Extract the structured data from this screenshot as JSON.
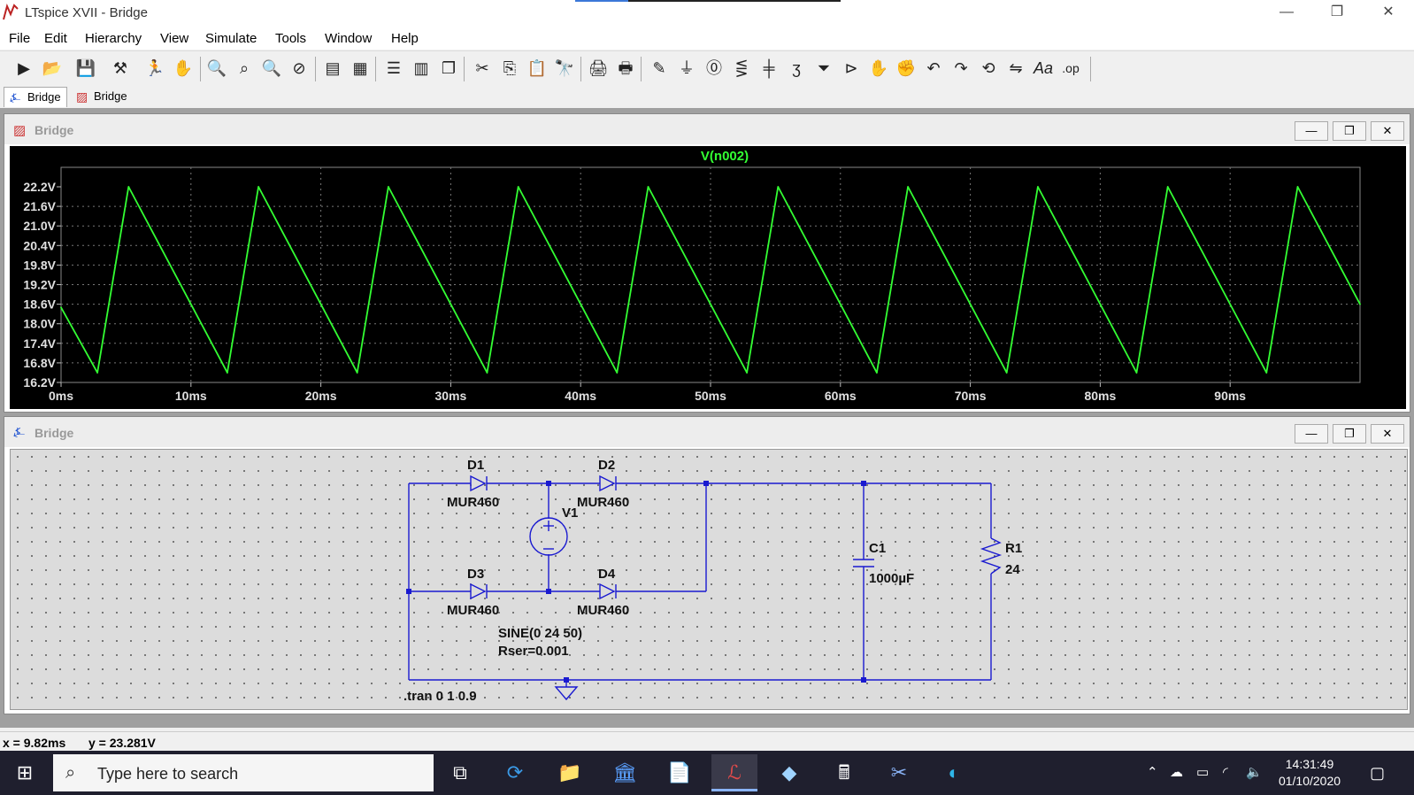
{
  "window": {
    "title": "LTspice XVII - Bridge",
    "minimize": "—",
    "restore": "❐",
    "close": "✕"
  },
  "menu": [
    "File",
    "Edit",
    "Hierarchy",
    "View",
    "Simulate",
    "Tools",
    "Window",
    "Help"
  ],
  "toolbar_icons": [
    "new-schematic-icon",
    "open-icon",
    "save-icon",
    "control-panel-icon",
    "run-icon",
    "halt-icon",
    "zoom-in-icon",
    "zoom-area-icon",
    "zoom-out-icon",
    "zoom-cancel-icon",
    "autorange-icon",
    "fit-icon",
    "tile-horizontal-icon",
    "tile-vertical-icon",
    "cascade-icon",
    "cut-icon",
    "copy-icon",
    "paste-icon",
    "find-icon",
    "print-icon",
    "print-preview-icon",
    "wire-icon",
    "ground-icon",
    "label-icon",
    "resistor-icon",
    "capacitor-icon",
    "inductor-icon",
    "diode-icon",
    "component-icon",
    "move-icon",
    "drag-icon",
    "undo-icon",
    "redo-icon",
    "rotate-icon",
    "mirror-icon",
    "text-icon",
    "spice-directive-icon"
  ],
  "tabs": [
    {
      "label": "Bridge",
      "kind": "schematic"
    },
    {
      "label": "Bridge",
      "kind": "waveform"
    }
  ],
  "plot_window": {
    "title": "Bridge",
    "trace_label": "V(n002)"
  },
  "chart_data": {
    "type": "line",
    "title": "V(n002)",
    "x_unit": "ms",
    "xlim": [
      0,
      100
    ],
    "ylim": [
      16.2,
      22.5
    ],
    "x_ticks": [
      "0ms",
      "10ms",
      "20ms",
      "30ms",
      "40ms",
      "50ms",
      "60ms",
      "70ms",
      "80ms",
      "90ms"
    ],
    "y_ticks": [
      "22.2V",
      "21.6V",
      "21.0V",
      "20.4V",
      "19.8V",
      "19.2V",
      "18.6V",
      "18.0V",
      "17.4V",
      "16.8V",
      "16.2V"
    ],
    "series": [
      {
        "color": "#33ff33",
        "period_ms": 10,
        "peak_v": 22.2,
        "trough_v": 16.5,
        "x": [
          0,
          2.8,
          5.2,
          12.8,
          15.2,
          22.8,
          25.2,
          32.8,
          35.2,
          42.8,
          45.2,
          52.8,
          55.2,
          62.8,
          65.2,
          72.8,
          75.2,
          82.8,
          85.2,
          92.8,
          95.2,
          100
        ],
        "y": [
          18.5,
          16.5,
          22.2,
          16.5,
          22.2,
          16.5,
          22.2,
          16.5,
          22.2,
          16.5,
          22.2,
          16.5,
          22.2,
          16.5,
          22.2,
          16.5,
          22.2,
          16.5,
          22.2,
          16.5,
          22.2,
          18.6
        ]
      }
    ],
    "grid": true
  },
  "schematic_window": {
    "title": "Bridge",
    "components": {
      "d1": {
        "ref": "D1",
        "value": "MUR460"
      },
      "d2": {
        "ref": "D2",
        "value": "MUR460"
      },
      "d3": {
        "ref": "D3",
        "value": "MUR460"
      },
      "d4": {
        "ref": "D4",
        "value": "MUR460"
      },
      "v1": {
        "ref": "V1",
        "value_line1": "SINE(0 24 50)",
        "value_line2": "Rser=0.001"
      },
      "c1": {
        "ref": "C1",
        "value": "1000µF"
      },
      "r1": {
        "ref": "R1",
        "value": "24"
      }
    },
    "directive": ".tran 0 1 0.9"
  },
  "status": {
    "x_readout": "x = 9.82ms",
    "y_readout": "y = 23.281V"
  },
  "taskbar": {
    "search_placeholder": "Type here to search",
    "time": "14:31:49",
    "date": "01/10/2020"
  }
}
